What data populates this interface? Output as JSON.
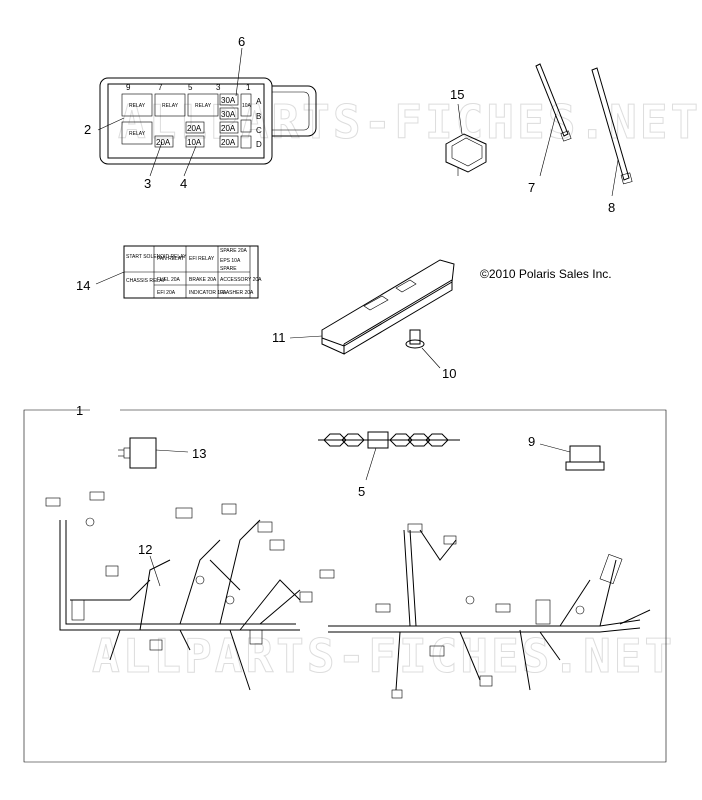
{
  "copyright": "©2010 Polaris Sales Inc.",
  "watermark": "ALLPARTS-FICHES.NET",
  "callouts": {
    "c1": "1",
    "c2": "2",
    "c3": "3",
    "c4": "4",
    "c5": "5",
    "c6": "6",
    "c7": "7",
    "c8": "8",
    "c9": "9",
    "c10": "10",
    "c11": "11",
    "c12": "12",
    "c13": "13",
    "c14": "14",
    "c15": "15"
  },
  "fuse_box": {
    "top_numbers": [
      "9",
      "7",
      "5",
      "3",
      "1"
    ],
    "side_letters": [
      "A",
      "B",
      "C",
      "D"
    ],
    "relay_label": "RELAY",
    "fuses": [
      "30A",
      "30A",
      "20A",
      "20A",
      "20A",
      "10A",
      "20A"
    ],
    "side_fuse": "10A"
  },
  "label_14": {
    "r1": [
      "START SOLENOID RELAY",
      "FAN RELAY",
      "EFI RELAY",
      "SPARE 20A"
    ],
    "r2": [
      "CHASSIS RELAY",
      "FUEL 20A",
      "BRAKE 20A",
      "ACCESSORY 20A"
    ],
    "r3": [
      "",
      "EFI 20A",
      "INDICATOR 10A",
      "FLASHER 20A"
    ],
    "extra": [
      "EPS 10A",
      "SPARE"
    ]
  }
}
